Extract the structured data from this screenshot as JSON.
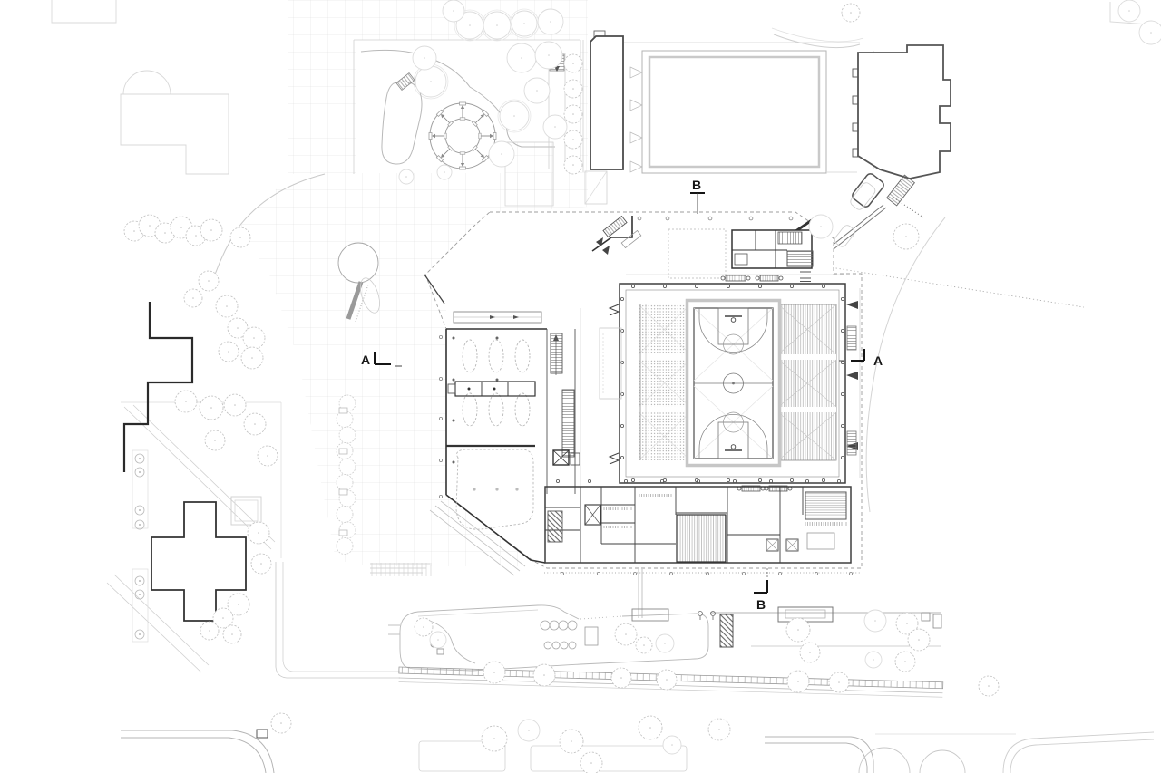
{
  "drawing": {
    "type": "architectural-site-plan",
    "description": "Ground-floor site plan of a sports complex: sports hall with basketball court and tribunes, west wing, south wing, pool deck, circular garden pavilion, gridded plaza, cross-shaped building and surrounding streets with trees",
    "section_markers": {
      "top": {
        "label": "B"
      },
      "bottom": {
        "label": "B"
      },
      "left": {
        "label": "A"
      },
      "right": {
        "label": "A"
      }
    },
    "colors": {
      "paper": "#ffffff",
      "wall_dark": "#3f3f3f",
      "wall_black": "#1f1f1f",
      "line_mid": "#9a9a9a",
      "line_light": "#cfcfcf",
      "canopy": "#e0e0e0",
      "text": "#151515"
    }
  }
}
